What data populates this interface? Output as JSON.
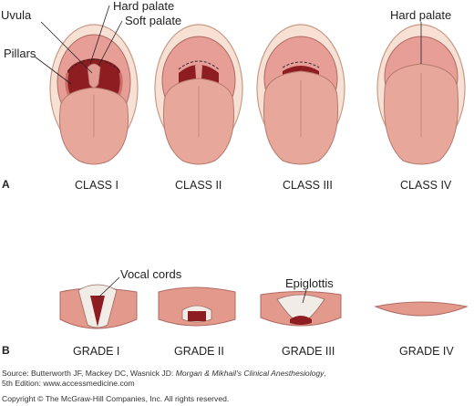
{
  "labels": {
    "uvula": "Uvula",
    "hard_palate": "Hard palate",
    "soft_palate": "Soft palate",
    "pillars": "Pillars",
    "hard_palate_iv": "Hard palate",
    "vocal_cords": "Vocal cords",
    "epiglottis": "Epiglottis"
  },
  "panels": {
    "a": "A",
    "b": "B"
  },
  "classes": [
    "CLASS I",
    "CLASS II",
    "CLASS III",
    "CLASS IV"
  ],
  "grades": [
    "GRADE I",
    "GRADE II",
    "GRADE III",
    "GRADE IV"
  ],
  "caption": {
    "line1_prefix": "Source: Butterworth JF, Mackey DC, Wasnick JD: ",
    "line1_title": "Morgan & Mikhail's Clinical Anesthesiology",
    "line1_suffix": ",",
    "line2": "5th Edition: www.accessmedicine.com",
    "line3": "Copyright © The McGraw-Hill Companies, Inc. All rights reserved."
  },
  "colors": {
    "lip": "#f7e1d4",
    "lip_edge": "#c89a86",
    "tongue": "#e7a79a",
    "palate": "#e69e97",
    "throat": "#8e1d22",
    "cord": "#f1ece6"
  }
}
